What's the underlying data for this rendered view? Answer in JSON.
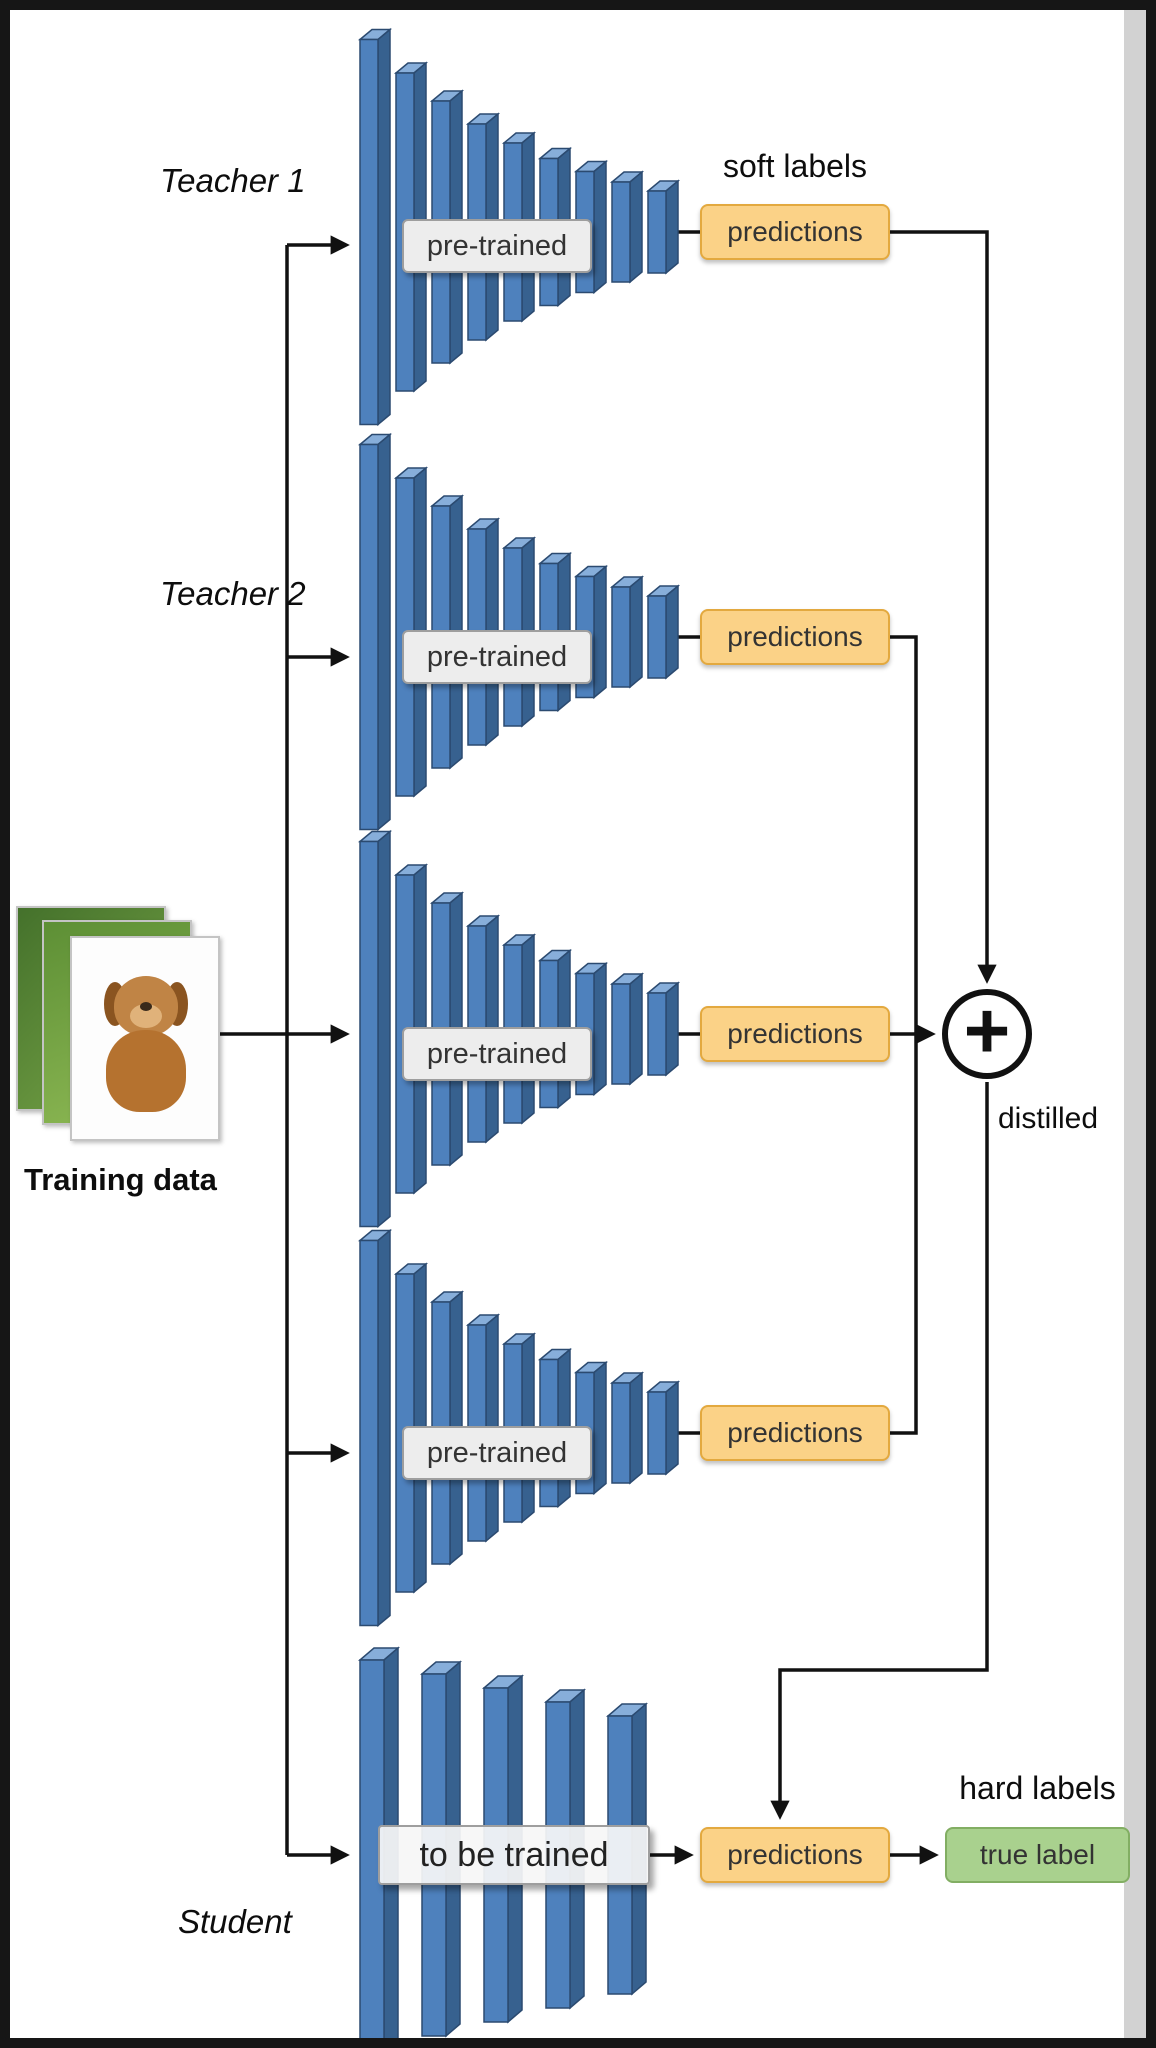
{
  "labels": {
    "teacher1": "Teacher 1",
    "teacher2": "Teacher 2",
    "student": "Student",
    "soft_labels": "soft labels",
    "hard_labels": "hard labels",
    "distilled": "distilled",
    "training_data": "Training data",
    "plus": "+"
  },
  "teachers": [
    {
      "box_label": "pre-trained",
      "prediction_label": "predictions"
    },
    {
      "box_label": "pre-trained",
      "prediction_label": "predictions"
    },
    {
      "box_label": "pre-trained",
      "prediction_label": "predictions"
    },
    {
      "box_label": "pre-trained",
      "prediction_label": "predictions"
    }
  ],
  "student": {
    "box_label": "to be trained",
    "prediction_label": "predictions",
    "true_label": "true label"
  },
  "colors": {
    "pred_bg": "#FBD287",
    "pred_border": "#E3A93F",
    "true_bg": "#A9D18E",
    "true_border": "#82AE63",
    "pre_bg": "#EDEDED",
    "pre_border": "#9E9E9E",
    "net_front": "#4E81BD",
    "net_top": "#87AEDA",
    "net_side": "#37618F",
    "net_outline": "#2B4A70",
    "line": "#111111"
  }
}
